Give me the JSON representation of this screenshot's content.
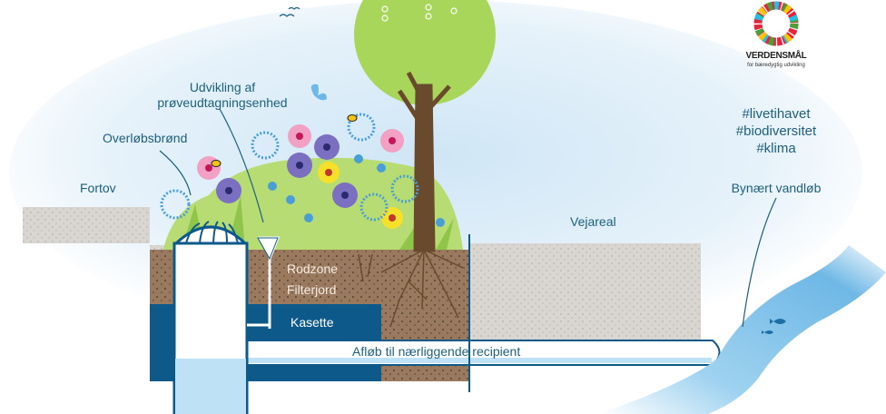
{
  "logo": {
    "title": "VERDENSMÅL",
    "subtitle": "for bæredygtig udvikling"
  },
  "hashtags": [
    "#livetihavet",
    "#biodiversitet",
    "#klima"
  ],
  "labels": {
    "sample_unit": [
      "Udvikling af",
      "prøveudtagningsenhed"
    ],
    "overflow_well": "Overløbsbrønd",
    "sidewalk": "Fortov",
    "road_area": "Vejareal",
    "root_zone": "Rodzone",
    "filter_soil": "Filterjord",
    "cassette": "Kasette",
    "outlet": "Afløb til nærliggende recipient",
    "stream": "Bynært vandløb"
  },
  "colors": {
    "text": "#1d5f7c",
    "navy": "#0d5a8a",
    "soil": "#9a7a5f",
    "gravel": "#d9d6d2",
    "water": "#8cc8ea",
    "leaf": "#a8d65a"
  }
}
